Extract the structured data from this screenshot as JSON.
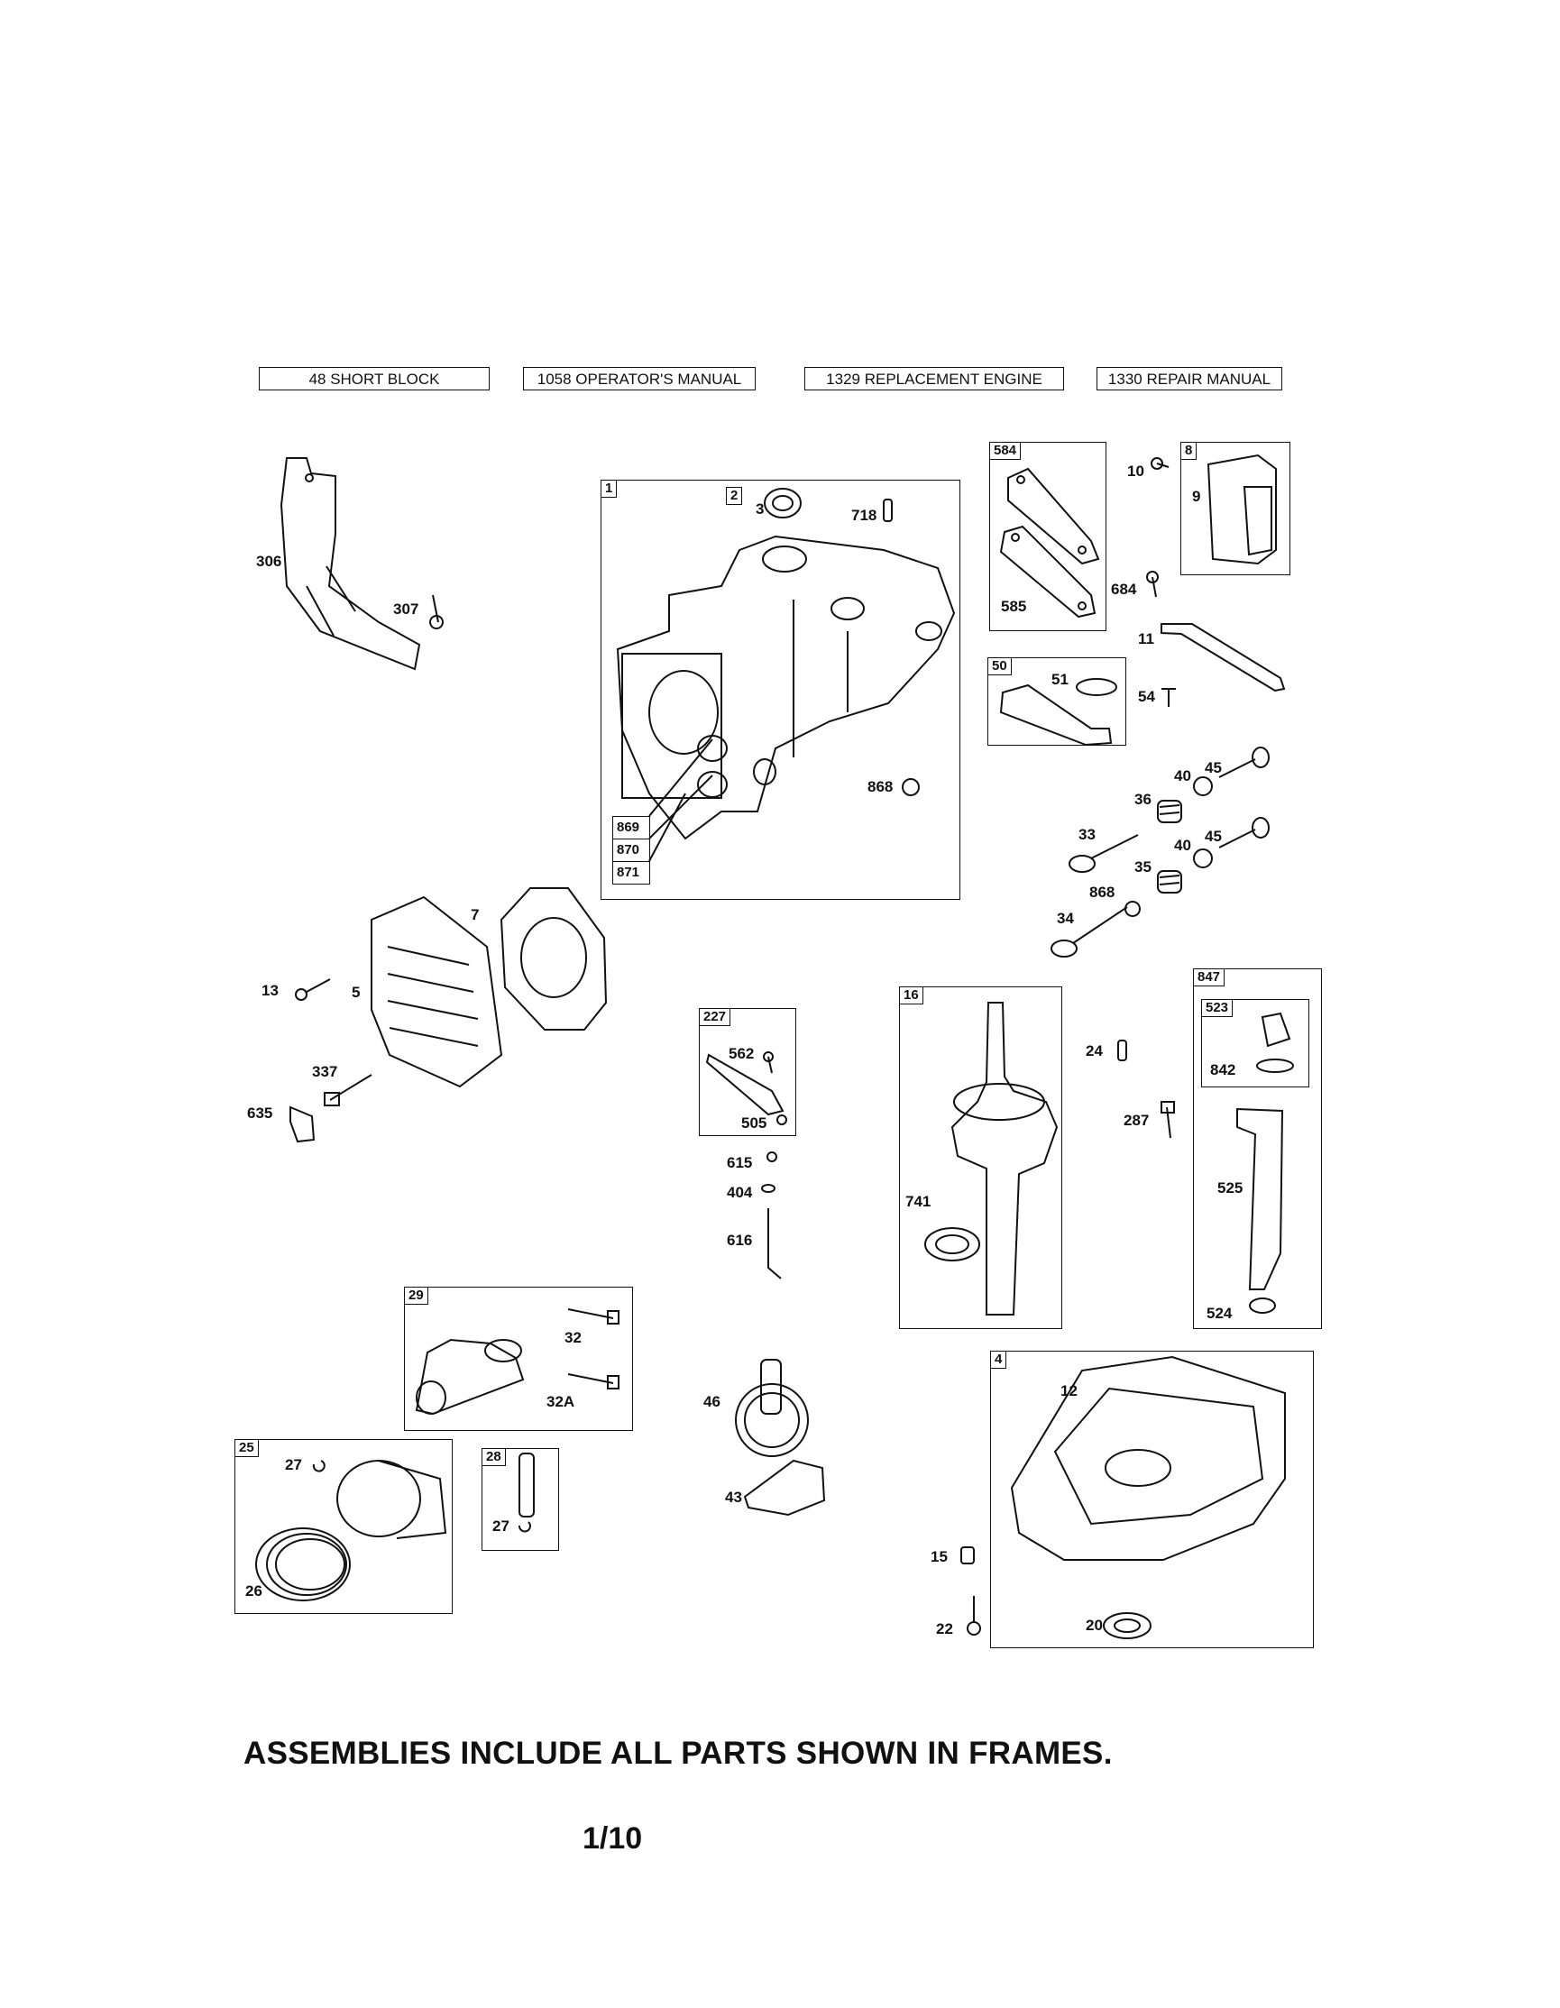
{
  "header_boxes": [
    {
      "id": "48",
      "label": "48 SHORT BLOCK"
    },
    {
      "id": "1058",
      "label": "1058 OPERATOR'S MANUAL"
    },
    {
      "id": "1329",
      "label": "1329 REPLACEMENT ENGINE"
    },
    {
      "id": "1330",
      "label": "1330 REPAIR MANUAL"
    }
  ],
  "frames": [
    {
      "id": "1",
      "tag": "1"
    },
    {
      "id": "2",
      "tag": "2"
    },
    {
      "id": "584",
      "tag": "584"
    },
    {
      "id": "8",
      "tag": "8"
    },
    {
      "id": "50",
      "tag": "50"
    },
    {
      "id": "227",
      "tag": "227"
    },
    {
      "id": "16",
      "tag": "16"
    },
    {
      "id": "847",
      "tag": "847"
    },
    {
      "id": "523",
      "tag": "523"
    },
    {
      "id": "29",
      "tag": "29"
    },
    {
      "id": "25",
      "tag": "25"
    },
    {
      "id": "28",
      "tag": "28"
    },
    {
      "id": "4",
      "tag": "4"
    }
  ],
  "stack_labels": [
    "869",
    "870",
    "871"
  ],
  "labels": [
    "306",
    "307",
    "3",
    "718",
    "868",
    "10",
    "9",
    "684",
    "585",
    "11",
    "51",
    "54",
    "45",
    "40",
    "36",
    "33",
    "45",
    "40",
    "35",
    "868",
    "34",
    "7",
    "13",
    "5",
    "337",
    "635",
    "562",
    "505",
    "615",
    "404",
    "616",
    "741",
    "24",
    "287",
    "842",
    "525",
    "524",
    "32",
    "32A",
    "27",
    "26",
    "27",
    "46",
    "43",
    "12",
    "15",
    "22",
    "20"
  ],
  "footer": {
    "note": "ASSEMBLIES INCLUDE ALL PARTS SHOWN IN FRAMES.",
    "page": "1/10"
  }
}
